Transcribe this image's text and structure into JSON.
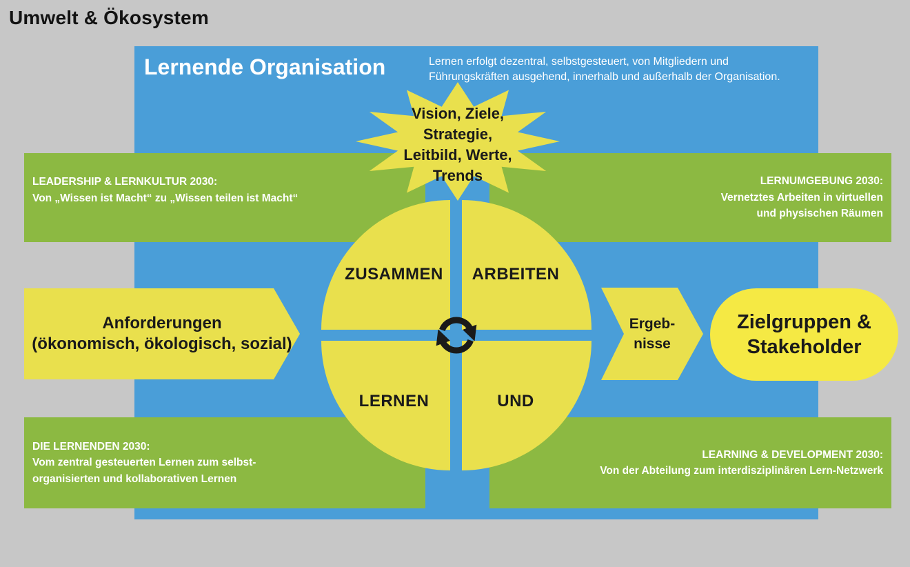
{
  "page": {
    "title": "Umwelt & Ökosystem"
  },
  "colors": {
    "background": "#c7c7c7",
    "panel_blue": "#4a9ed8",
    "bar_green": "#8cb942",
    "shape_yellow": "#e9e04d",
    "pill_yellow": "#f5e944",
    "text_dark": "#1a1a1a",
    "text_light": "#ffffff"
  },
  "panel": {
    "title": "Lernende Organisation",
    "description": "Lernen erfolgt dezentral, selbstgesteuert, von Mitgliedern und\nFührungskräften ausgehend, innerhalb und außerhalb der Organisation."
  },
  "starburst": {
    "text": "Vision, Ziele,\nStrategie,\nLeitbild, Werte,\nTrends"
  },
  "bars": {
    "top_left": {
      "title": "LEADERSHIP & LERNKULTUR 2030:",
      "text": "Von „Wissen ist Macht“ zu „Wissen teilen ist Macht“"
    },
    "top_right": {
      "title": "LERNUMGEBUNG 2030:",
      "text": "Vernetztes Arbeiten in virtuellen\nund physischen Räumen"
    },
    "bottom_left": {
      "title": "DIE LERNENDEN 2030:",
      "text": "Vom zentral gesteuerten Lernen zum selbst-\norganisierten und kollaborativen Lernen"
    },
    "bottom_right": {
      "title": "LEARNING & DEVELOPMENT 2030:",
      "text": "Von der Abteilung zum interdisziplinären Lern-Netzwerk"
    }
  },
  "circle": {
    "top_left": "ZUSAMMEN",
    "top_right": "ARBEITEN",
    "bottom_left": "LERNEN",
    "bottom_right": "UND",
    "center_icon": "cycle-icon"
  },
  "flow": {
    "input_arrow": "Anforderungen\n(ökonomisch, ökologisch, sozial)",
    "output_arrow": "Ergeb-\nnisse",
    "stakeholders": "Zielgruppen &\nStakeholder"
  }
}
